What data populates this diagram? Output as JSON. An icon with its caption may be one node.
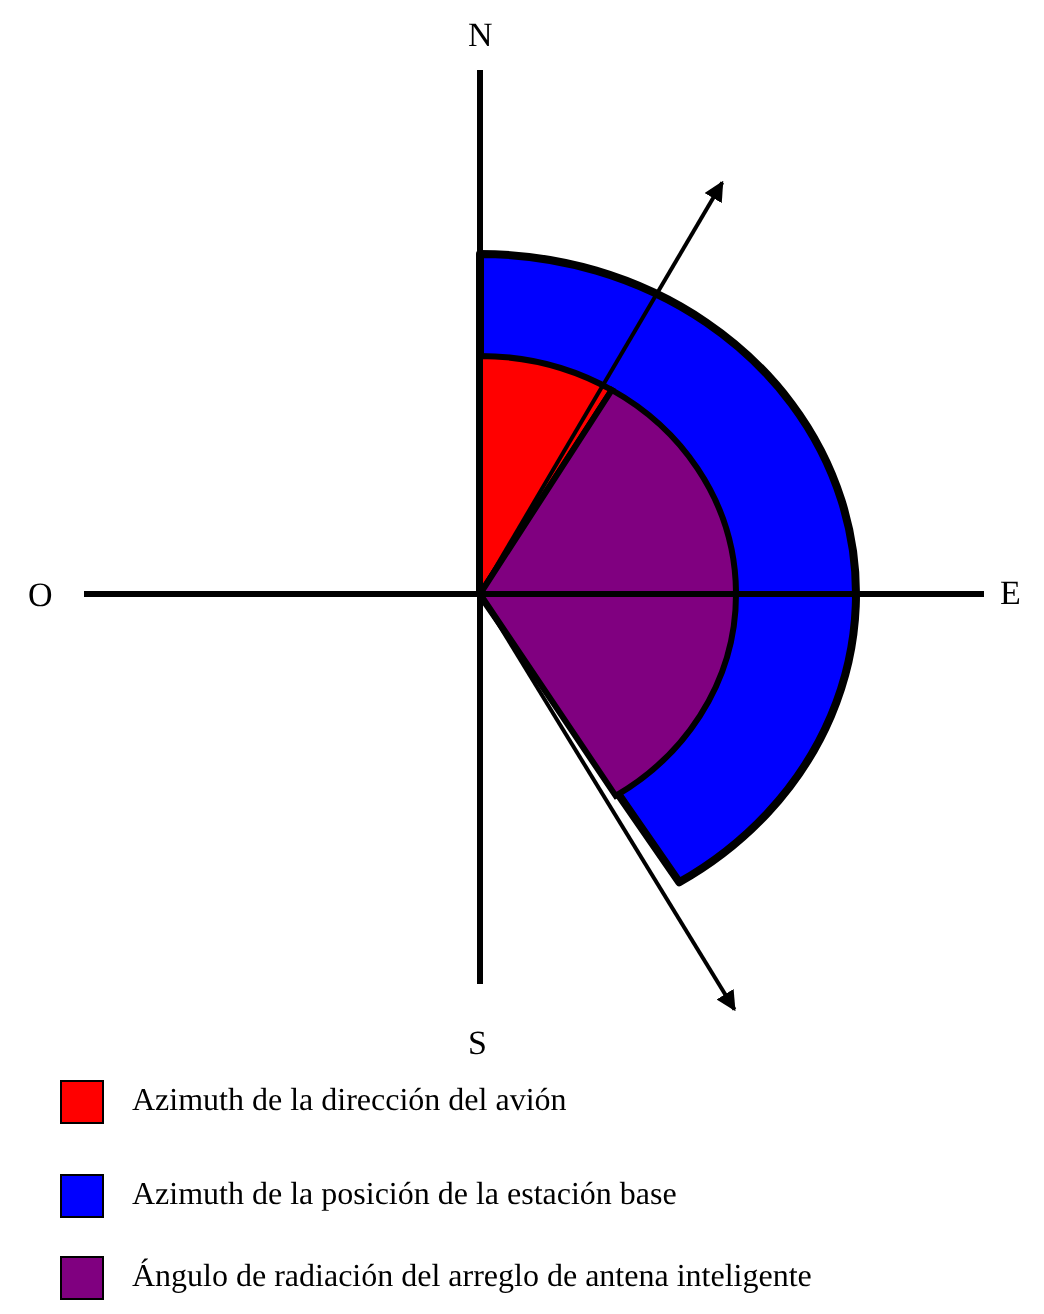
{
  "diagram": {
    "labels": [
      "N",
      "O",
      "E",
      "S"
    ],
    "legend": [
      {
        "text": "Azimuth de la dirección del avión",
        "color": "#ff0000"
      },
      {
        "text": "Azimuth de la posición de la estación base",
        "color": "#0000ff"
      },
      {
        "text": "Ángulo de radiación del arreglo de antena inteligente",
        "color": "#800080"
      }
    ]
  }
}
